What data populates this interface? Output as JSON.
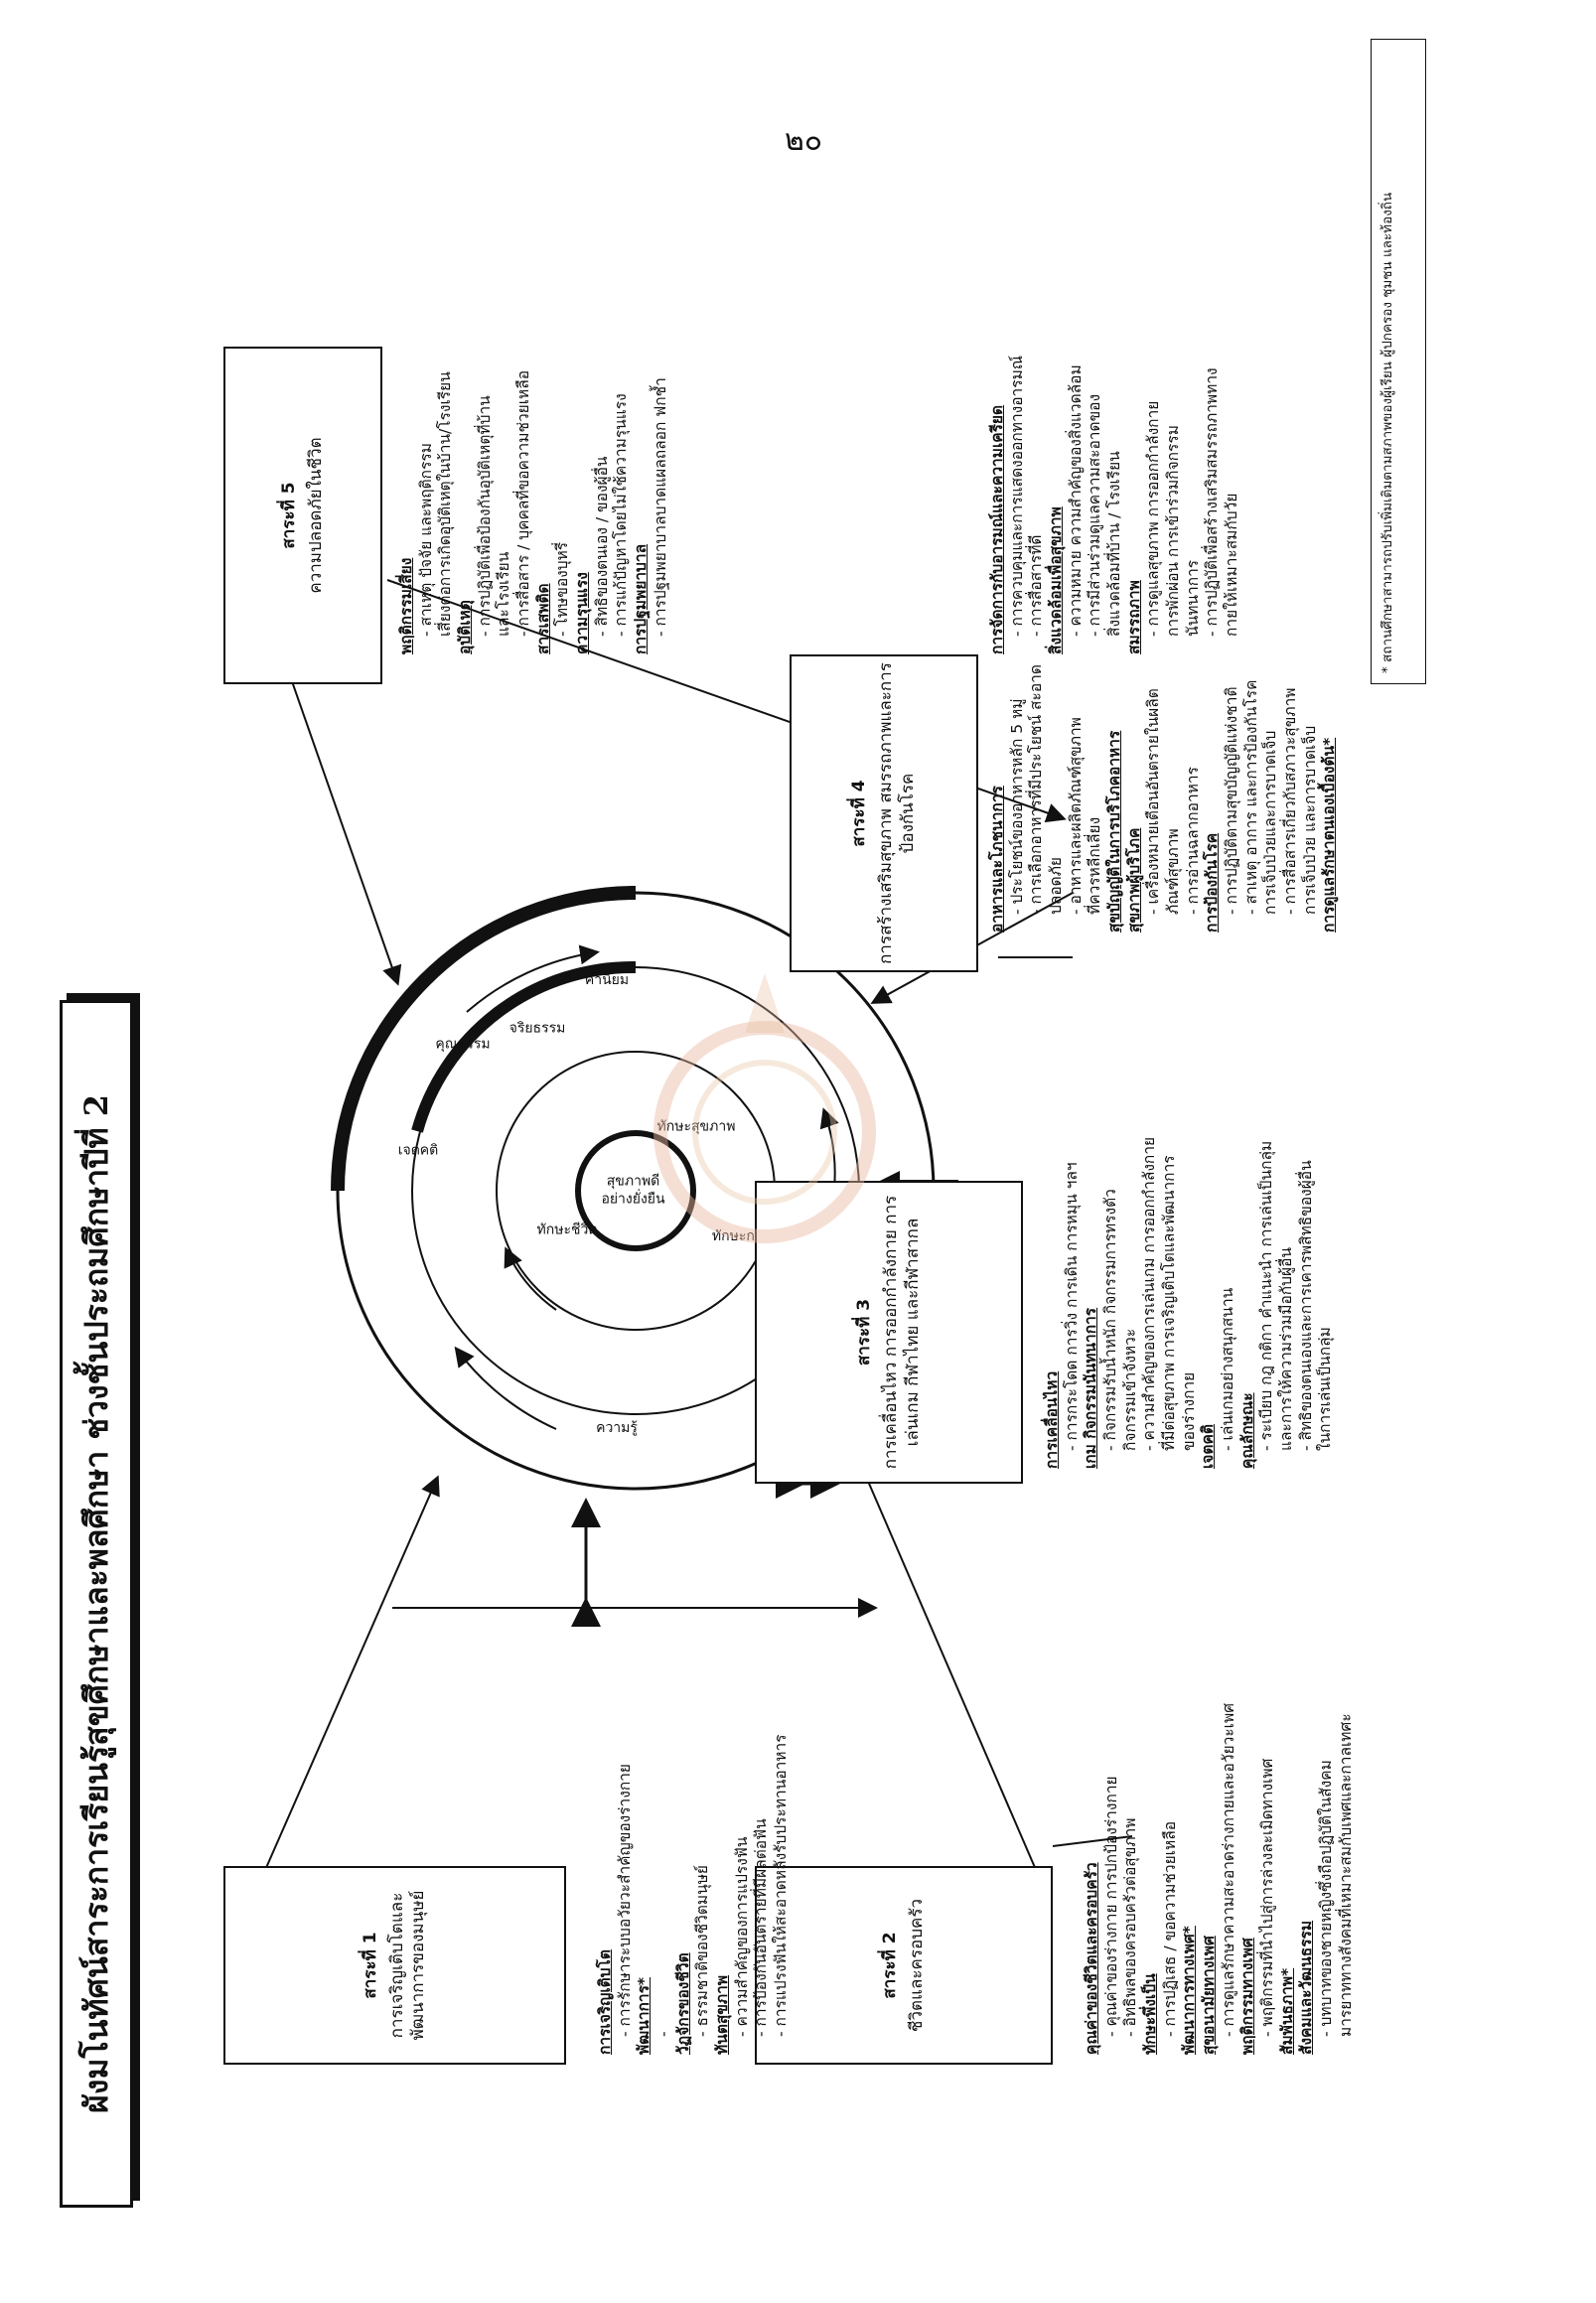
{
  "page_number": "๒๐",
  "title": "ผังมโนทัศน์สาระการเรียนรู้สุขศึกษาและพลศึกษา ช่วงชั้นประถมศึกษาปีที่ 2",
  "center": {
    "core_line1": "สุขภาพดี",
    "core_line2": "อย่างยั่งยืน",
    "ring_inner": [
      "ทักษะชีวิต",
      "ทักษะสุขภาพ",
      "ทักษะกระบวนการ"
    ],
    "ring_middle": [
      "ความรู้",
      "คุณธรรม",
      "จริยธรรม",
      "ค่านิยม"
    ],
    "ring_outer": [
      "เจตคติ"
    ]
  },
  "strands": [
    {
      "title": "สาระที่ 1",
      "subtitle": "การเจริญเติบโตและพัฒนาการของมนุษย์"
    },
    {
      "title": "สาระที่ 2",
      "subtitle": "ชีวิตและครอบครัว"
    },
    {
      "title": "สาระที่ 3",
      "subtitle": "การเคลื่อนไหว การออกกำลังกาย การเล่นเกม กีฬาไทย และกีฬาสากล"
    },
    {
      "title": "สาระที่ 4",
      "subtitle": "การสร้างเสริมสุขภาพ สมรรถภาพและการป้องกันโรค"
    },
    {
      "title": "สาระที่ 5",
      "subtitle": "ความปลอดภัยในชีวิต"
    }
  ],
  "lists": {
    "s1": [
      {
        "t": "การเจริญเติบโต",
        "h": true
      },
      {
        "t": "- การรักษาระบบอวัยวะสำคัญของร่างกาย",
        "h": false
      },
      {
        "t": "พัฒนาการ*",
        "h": true
      },
      {
        "t": "-",
        "h": false
      },
      {
        "t": "วัฏจักรของชีวิต",
        "h": true
      },
      {
        "t": "- ธรรมชาติของชีวิตมนุษย์",
        "h": false
      },
      {
        "t": "ทันตสุขภาพ",
        "h": true
      },
      {
        "t": "- ความสำคัญของการแปรงฟัน",
        "h": false
      },
      {
        "t": "- การป้องกันอันตรายที่มีผลต่อฟัน",
        "h": false
      },
      {
        "t": "- การแปรงฟันให้สะอาดหลังรับประทานอาหาร",
        "h": false
      }
    ],
    "s2": [
      {
        "t": "คุณค่าของชีวิตและครอบครัว",
        "h": true
      },
      {
        "t": "- คุณค่าของร่างกาย การปกป้องร่างกาย",
        "h": false
      },
      {
        "t": "- อิทธิพลของครอบครัวต่อสุขภาพ",
        "h": false
      },
      {
        "t": "ทักษะพึ่งเป็น",
        "h": true
      },
      {
        "t": "- การปฏิเสธ / ขอความช่วยเหลือ",
        "h": false
      },
      {
        "t": "พัฒนาการทางเพศ*",
        "h": true
      },
      {
        "t": "สุขอนามัยทางเพศ",
        "h": true
      },
      {
        "t": "- การดูแลรักษาความสะอาดร่างกายและอวัยวะเพศ",
        "h": false
      },
      {
        "t": "พฤติกรรมทางเพศ",
        "h": true
      },
      {
        "t": "- พฤติกรรมที่นำไปสู่การล่วงละเมิดทางเพศ",
        "h": false
      },
      {
        "t": "สัมพันธภาพ*",
        "h": true
      },
      {
        "t": "สังคมและวัฒนธรรม",
        "h": true
      },
      {
        "t": "- บทบาทของชายหญิงซึ่งถือปฏิบัติในสังคม",
        "h": false
      },
      {
        "t": "มารยาททางสังคมที่เหมาะสมกับเพศและกาลเทศะ",
        "h": false
      }
    ],
    "s3": [
      {
        "t": "การเคลื่อนไหว",
        "h": true
      },
      {
        "t": "- การกระโดด การวิ่ง การเดิน การหมุน ฯลฯ",
        "h": false
      },
      {
        "t": "เกม กิจกรรมนันทนาการ",
        "h": true
      },
      {
        "t": "- กิจกรรมรับน้ำหนัก กิจกรรมการทรงตัว",
        "h": false
      },
      {
        "t": "กิจกรรมเข้าจังหวะ",
        "h": false
      },
      {
        "t": "- ความสำคัญของการเล่นเกม การออกกำลังกาย",
        "h": false
      },
      {
        "t": "ที่มีต่อสุขภาพ การเจริญเติบโตและพัฒนาการ",
        "h": false
      },
      {
        "t": "ของร่างกาย",
        "h": false
      },
      {
        "t": "เจตคติ",
        "h": true
      },
      {
        "t": "- เล่นเกมอย่างสนุกสนาน",
        "h": false
      },
      {
        "t": "คุณลักษณะ",
        "h": true
      },
      {
        "t": "- ระเบียบ กฎ กติกา คำแนะนำ การเล่นเป็นกลุ่ม",
        "h": false
      },
      {
        "t": "และการให้ความร่วมมือกับผู้อื่น",
        "h": false
      },
      {
        "t": "- สิทธิของตนเองและการเคารพสิทธิของผู้อื่น",
        "h": false
      },
      {
        "t": "ในการเล่นเป็นกลุ่ม",
        "h": false
      }
    ],
    "s4": [
      {
        "t": "อาหารและโภชนาการ",
        "h": true
      },
      {
        "t": "- ประโยชน์ของอาหารหลัก 5 หมู่",
        "h": false
      },
      {
        "t": "- การเลือกอาหารที่มีประโยชน์ สะอาด",
        "h": false
      },
      {
        "t": "ปลอดภัย",
        "h": false
      },
      {
        "t": "- อาหารและผลิตภัณฑ์สุขภาพ",
        "h": false
      },
      {
        "t": "ที่ควรหลีกเลี่ยง",
        "h": false
      },
      {
        "t": "สุขบัญญัติในการบริโภคอาหาร",
        "h": true
      },
      {
        "t": "สุขภาพผู้บริโภค",
        "h": true
      },
      {
        "t": "- เครื่องหมายเตือนอันตรายในผลิต",
        "h": false
      },
      {
        "t": "ภัณฑ์สุขภาพ",
        "h": false
      },
      {
        "t": "- การอ่านฉลากอาหาร",
        "h": false
      },
      {
        "t": "การป้องกันโรค",
        "h": true
      },
      {
        "t": "- การปฏิบัติตามสุขบัญญัติแห่งชาติ",
        "h": false
      },
      {
        "t": "- สาเหตุ อาการ และการป้องกันโรค",
        "h": false
      },
      {
        "t": "การเจ็บป่วยและการบาดเจ็บ",
        "h": false
      },
      {
        "t": "- การสื่อสารเกี่ยวกับสภาวะสุขภาพ",
        "h": false
      },
      {
        "t": "การเจ็บป่วย และการบาดเจ็บ",
        "h": false
      },
      {
        "t": "การดูแลรักษาตนเองเบื้องต้น*",
        "h": true
      }
    ],
    "s4b": [
      {
        "t": "การจัดการกับอารมณ์และความเครียด",
        "h": true
      },
      {
        "t": "- การควบคุมและการแสดงออกทางอารมณ์",
        "h": false
      },
      {
        "t": "- การสื่อสารที่ดี",
        "h": false
      },
      {
        "t": "สิ่งแวดล้อมเพื่อสุขภาพ",
        "h": true
      },
      {
        "t": "- ความหมาย ความสำคัญของสิ่งแวดล้อม",
        "h": false
      },
      {
        "t": "- การมีส่วนร่วมดูแลความสะอาดของ",
        "h": false
      },
      {
        "t": "สิ่งแวดล้อมที่บ้าน / โรงเรียน",
        "h": false
      },
      {
        "t": "สมรรถภาพ",
        "h": true
      },
      {
        "t": "- การดูแลสุขภาพ การออกกำลังกาย",
        "h": false
      },
      {
        "t": "การพักผ่อน การเข้าร่วมกิจกรรม",
        "h": false
      },
      {
        "t": "นันทนาการ",
        "h": false
      },
      {
        "t": "- การปฏิบัติเพื่อสร้างเสริมสมรรถภาพทาง",
        "h": false
      },
      {
        "t": "กายให้เหมาะสมกับวัย",
        "h": false
      }
    ],
    "s5": [
      {
        "t": "พฤติกรรมเสี่ยง",
        "h": true
      },
      {
        "t": "- สาเหตุ ปัจจัย และพฤติกรรม",
        "h": false
      },
      {
        "t": "เสี่ยงต่อการเกิดอุบัติเหตุในบ้าน/โรงเรียน",
        "h": false
      },
      {
        "t": "อุบัติเหตุ",
        "h": true
      },
      {
        "t": "- การปฏิบัติเพื่อป้องกันอุบัติเหตุที่บ้าน",
        "h": false
      },
      {
        "t": "และโรงเรียน",
        "h": false
      },
      {
        "t": "- การสื่อสาร / บุคคลที่ขอความช่วยเหลือ",
        "h": false
      },
      {
        "t": "สารเสพติด",
        "h": true
      },
      {
        "t": "- โทษของบุหรี่",
        "h": false
      },
      {
        "t": "ความรุนแรง",
        "h": true
      },
      {
        "t": "- สิทธิของตนเอง / ของผู้อื่น",
        "h": false
      },
      {
        "t": "- การแก้ปัญหาโดยไม่ใช้ความรุนแรง",
        "h": false
      },
      {
        "t": "การปฐมพยาบาล",
        "h": true
      },
      {
        "t": "- การปฐมพยาบาลบาดแผลถลอก ฟกช้ำ",
        "h": false
      }
    ]
  },
  "footnote": "* สถานศึกษาสามารถปรับเพิ่มเติมตามสภาพของผู้เรียน ผู้ปกครอง ชุมชน และท้องถิ่น"
}
